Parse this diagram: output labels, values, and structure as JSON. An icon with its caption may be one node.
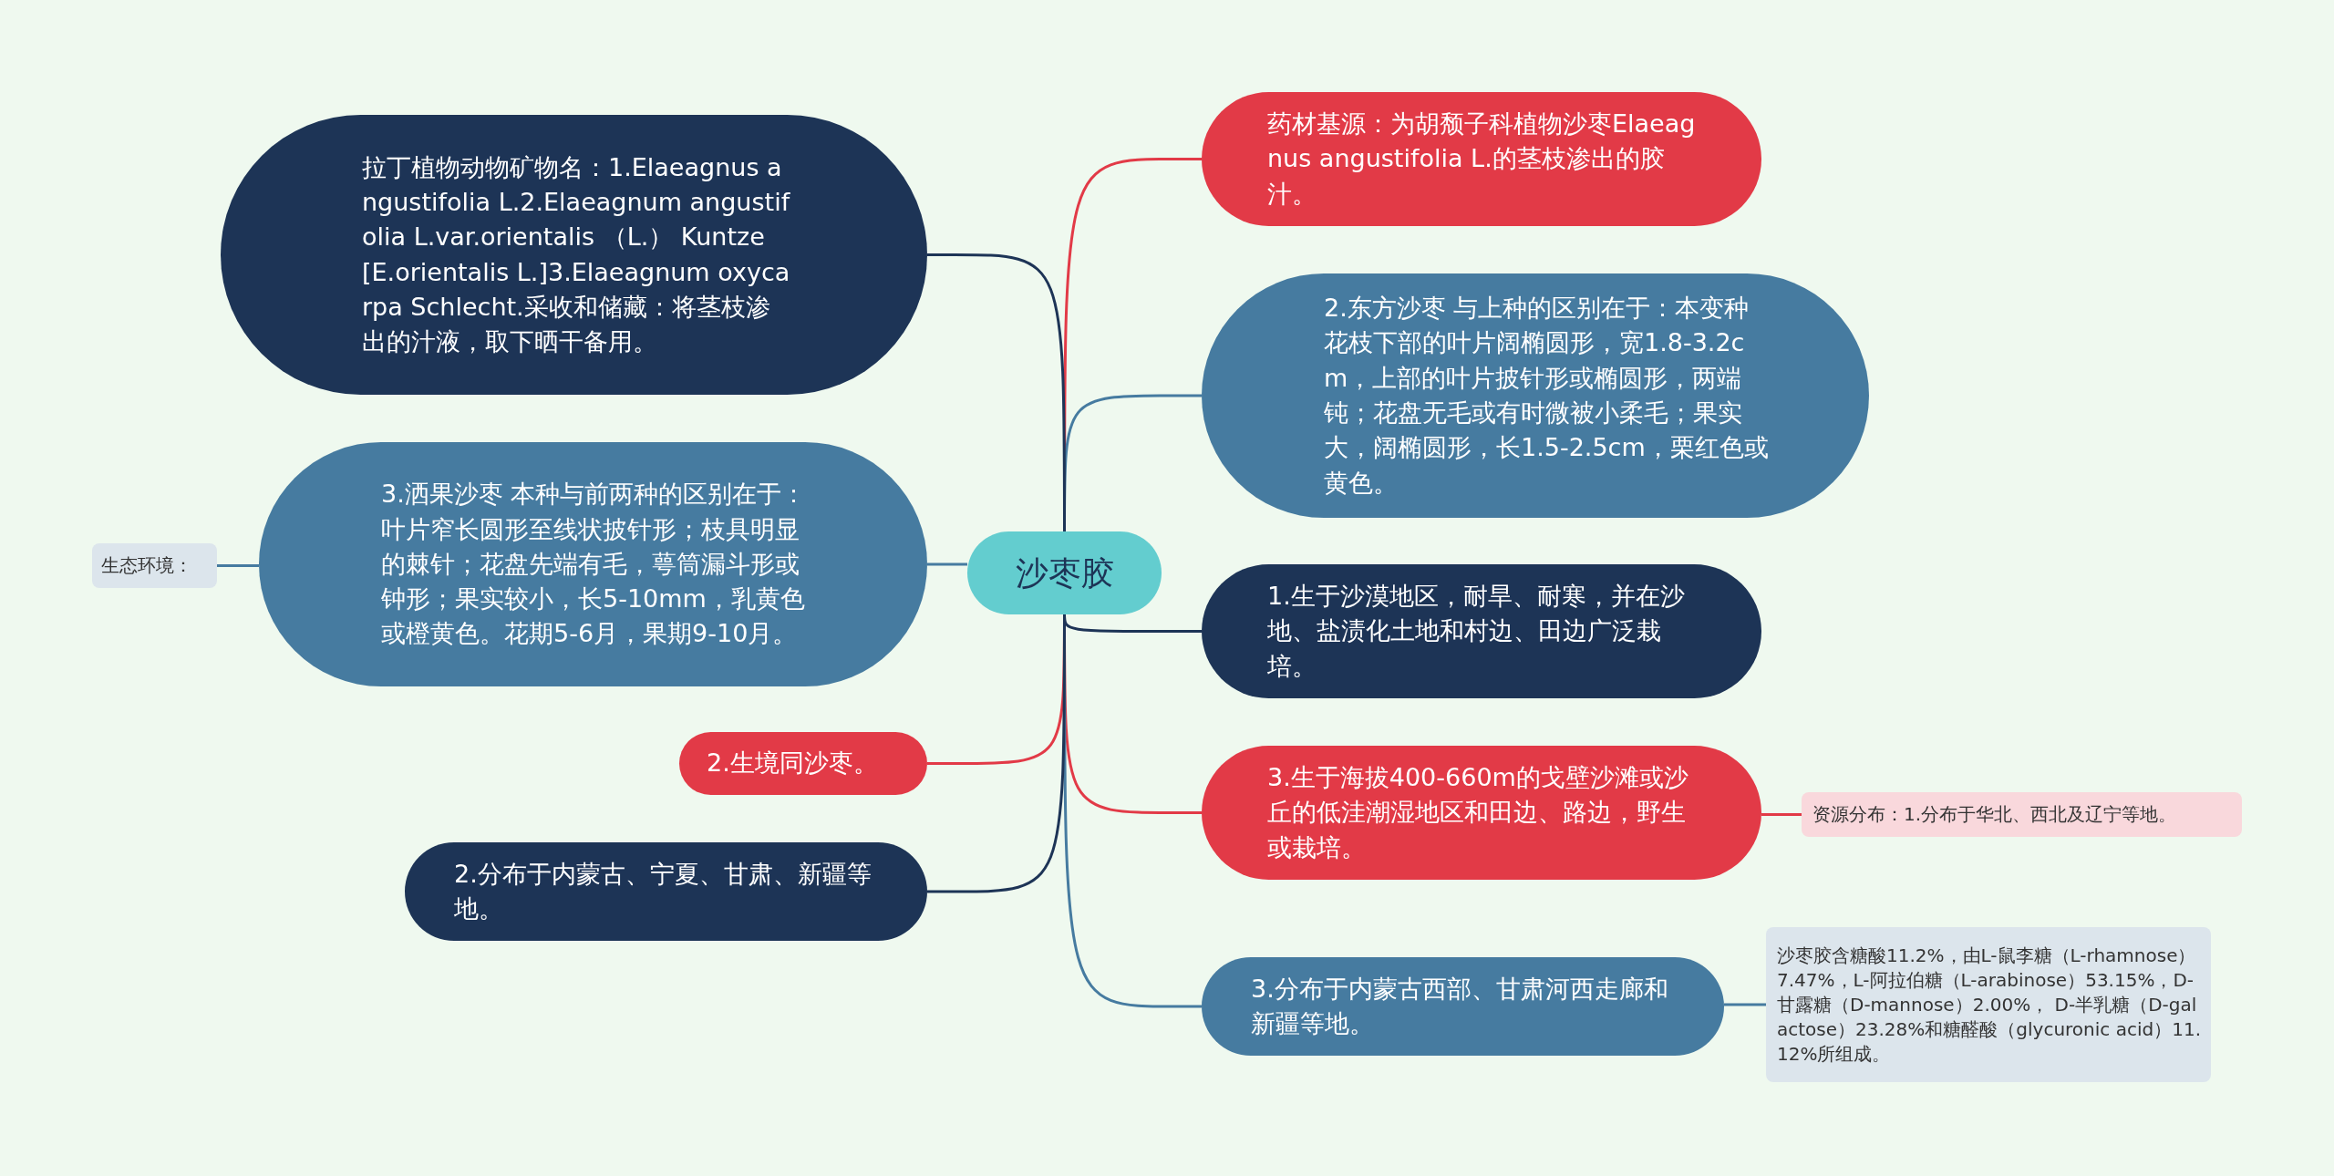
{
  "diagram": {
    "nodes": [
      {
        "text": [
          "沙枣胶"
        ]
      },
      {
        "text": [
          "药材基源：为胡颓子科植物沙枣Elaeagnus angustifolia L.的茎枝渗出的胶汁。"
        ]
      },
      {
        "text": [
          "2.东方沙枣 与上种的区别在于：本变种花枝下部的叶片阔椭圆形，宽1.8-3.2cm，上部的叶片披针形或椭圆形，两端钝；花盘无毛或有时微被小柔毛；果实大，阔椭圆形，长1.5-2.5cm，栗红色或黄色。"
        ]
      },
      {
        "text": [
          "1.生于沙漠地区，耐旱、耐寒，并在沙地、盐渍化土地和村边、田边广泛栽培。"
        ]
      },
      {
        "text": [
          "3.生于海拔400-660m的戈壁沙滩或沙丘的低洼潮湿地区和田边、路边，野生或栽培。"
        ]
      },
      {
        "text": [
          "资源分布：1.分布于华北、西北及辽宁等地。"
        ]
      },
      {
        "text": [
          "3.分布于内蒙古西部、甘肃河西走廊和新疆等地。"
        ]
      },
      {
        "text": [
          "沙枣胶含糖酸11.2%，由L-鼠李糖（L-rhamnose）7.47%，L-阿拉伯糖（L-arabinose）53.15%，D-甘露糖（D-mannose）2.00%， D-半乳糖（D-galactose）23.28%和糖醛酸（glycuronic acid）11.12%所组成。"
        ]
      },
      {
        "text": [
          "拉丁植物动物矿物名：1.Elaeagnus angustifolia L.2.Elaeagnum angustifolia L.var.orientalis （L.） Kuntze [E.orientalis L.]3.Elaeagnum oxycarpa Schlecht.采收和储藏：将茎枝渗出的汁液，取下晒干备用。"
        ]
      },
      {
        "text": [
          "3.洒果沙枣 本种与前两种的区别在于：叶片窄长圆形至线状披针形；枝具明显的棘针；花盘先端有毛，萼筒漏斗形或钟形；果实较小，长5-10mm，乳黄色或橙黄色。花期5-6月，果期9-10月。"
        ]
      },
      {
        "text": [
          "生态环境："
        ]
      },
      {
        "text": [
          "2.生境同沙枣。"
        ]
      },
      {
        "text": [
          "2.分布于内蒙古、宁夏、甘肃、新疆等地。"
        ]
      }
    ],
    "edges": [
      {
        "from": 0,
        "to": 1,
        "arrow": "none",
        "color": "#e23a47"
      },
      {
        "from": 0,
        "to": 2,
        "arrow": "none"
      },
      {
        "from": 0,
        "to": 3,
        "arrow": "none",
        "color": "#1d3456"
      },
      {
        "from": 0,
        "to": 4,
        "arrow": "none",
        "color": "#e23a47"
      },
      {
        "from": 4,
        "to": 5,
        "arrow": "none",
        "color": "#e23a47"
      },
      {
        "from": 0,
        "to": 6,
        "arrow": "none"
      },
      {
        "from": 6,
        "to": 7,
        "arrow": "none"
      },
      {
        "from": 0,
        "to": 8,
        "arrow": "none",
        "color": "#1d3456"
      },
      {
        "from": 0,
        "to": 9,
        "arrow": "none"
      },
      {
        "from": 9,
        "to": 10,
        "arrow": "none"
      },
      {
        "from": 0,
        "to": 11,
        "arrow": "none",
        "color": "#e23a47"
      },
      {
        "from": 0,
        "to": 12,
        "arrow": "none",
        "color": "#1d3456"
      }
    ]
  }
}
